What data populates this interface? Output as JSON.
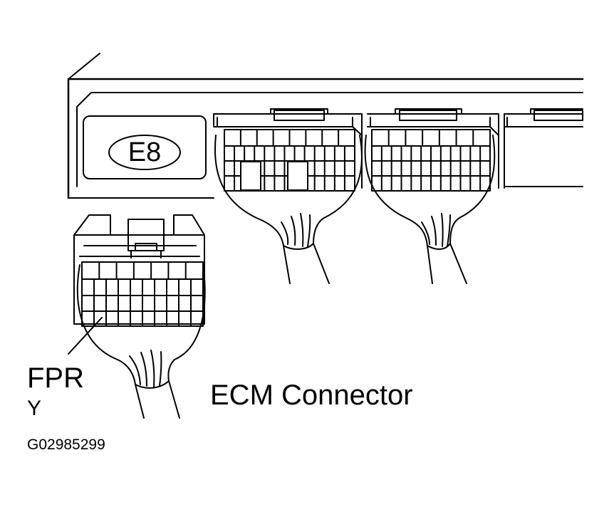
{
  "ecm": {
    "connector_code": "E8"
  },
  "callout": {
    "terminal_name": "FPR",
    "wire_color": "Y"
  },
  "caption": "ECM Connector",
  "figure_id": "G02985299",
  "colors": {
    "line": "#000000",
    "background": "#ffffff"
  }
}
